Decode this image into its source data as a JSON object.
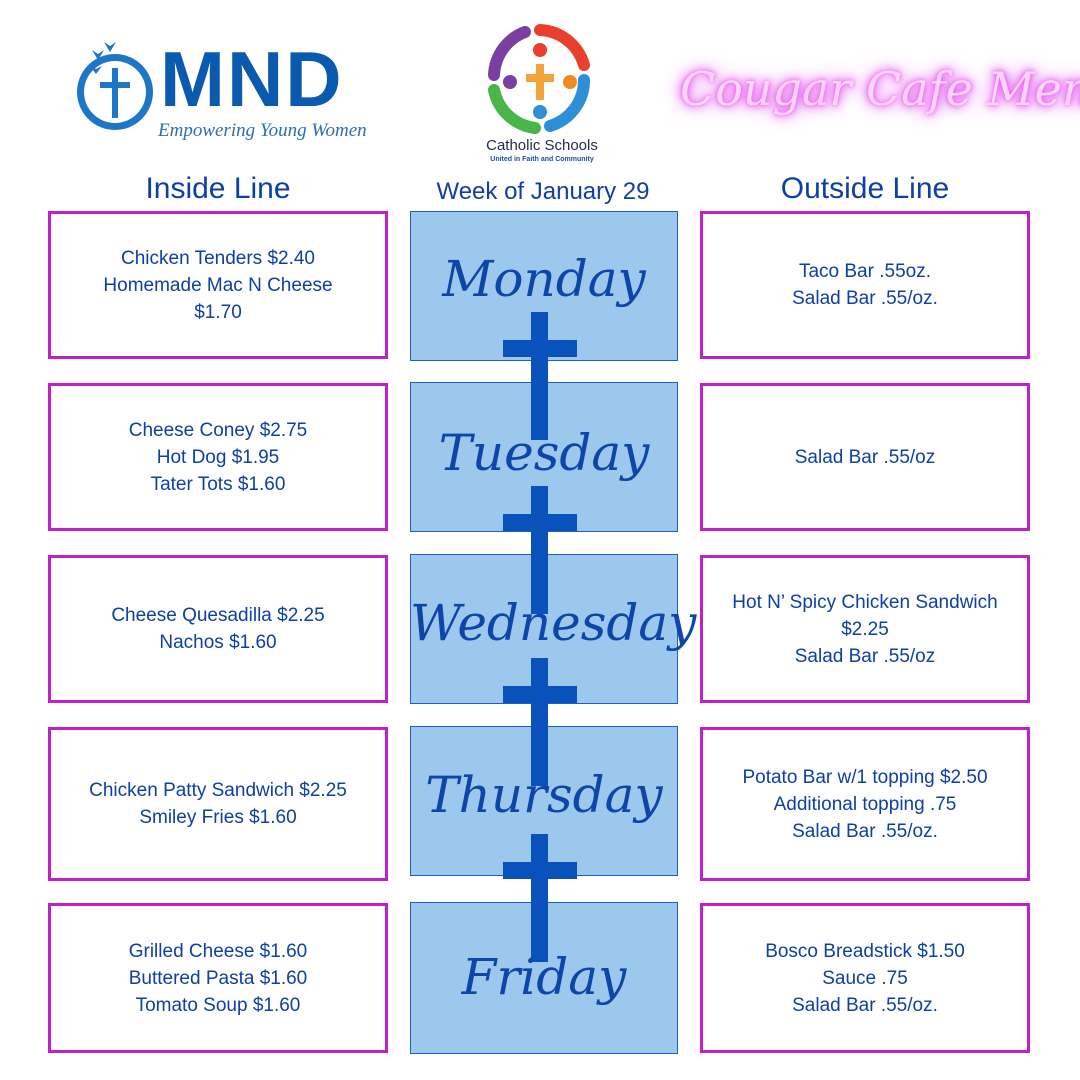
{
  "header": {
    "brand": "MND",
    "tagline": "Empowering Young Women",
    "partner_title": "Catholic Schools",
    "partner_subtitle": "United in Faith and Community",
    "menu_title": "Cougar Cafe Menu"
  },
  "columns": {
    "inside": "Inside Line",
    "week": "Week of January 29",
    "outside": "Outside Line"
  },
  "days": [
    {
      "name": "Monday",
      "inside": [
        "Chicken Tenders $2.40",
        "Homemade Mac N Cheese",
        "$1.70"
      ],
      "outside": [
        "Taco Bar .55oz.",
        "Salad Bar .55/oz."
      ]
    },
    {
      "name": "Tuesday",
      "inside": [
        "Cheese Coney $2.75",
        "Hot Dog $1.95",
        "Tater Tots $1.60"
      ],
      "outside": [
        "Salad Bar .55/oz"
      ]
    },
    {
      "name": "Wednesday",
      "inside": [
        "Cheese Quesadilla $2.25",
        "Nachos $1.60"
      ],
      "outside": [
        "Hot N’ Spicy Chicken Sandwich",
        "$2.25",
        "Salad Bar .55/oz"
      ]
    },
    {
      "name": "Thursday",
      "inside": [
        "Chicken Patty Sandwich $2.25",
        "Smiley Fries $1.60"
      ],
      "outside": [
        "Potato Bar w/1 topping $2.50",
        "Additional topping .75",
        "Salad Bar .55/oz."
      ]
    },
    {
      "name": "Friday",
      "inside": [
        "Grilled Cheese $1.60",
        "Buttered Pasta $1.60",
        "Tomato Soup $1.60"
      ],
      "outside": [
        "Bosco Breadstick $1.50",
        "Sauce .75",
        "Salad Bar .55/oz."
      ]
    }
  ],
  "colors": {
    "box_border": "#c020c8",
    "day_fill": "#9dc8ee",
    "text": "#0d3fa6",
    "cross": "#0a52bb",
    "neon": "#e83cf0"
  }
}
